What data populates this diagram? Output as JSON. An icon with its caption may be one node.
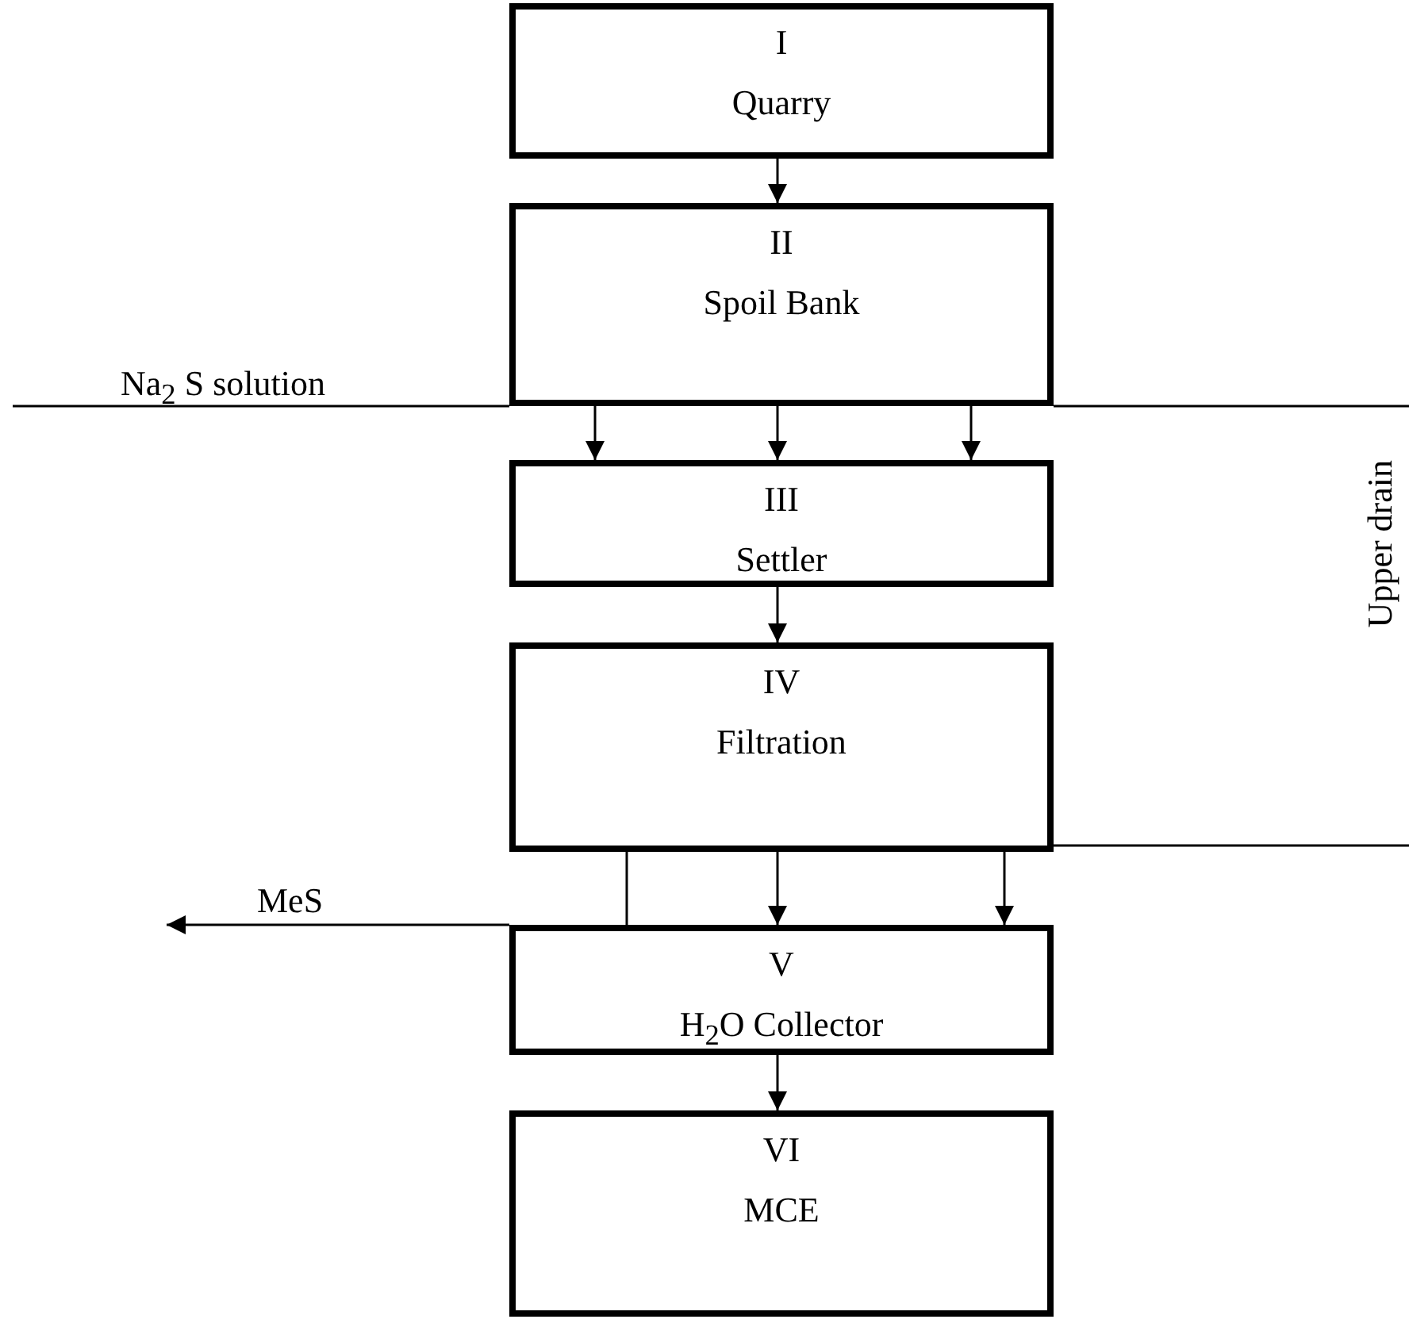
{
  "diagram": {
    "nodes": [
      {
        "text": [
          "I",
          "Quarry"
        ]
      },
      {
        "text": [
          "II",
          "Spoil Bank"
        ]
      },
      {
        "text": [
          "III",
          "Settler"
        ]
      },
      {
        "text": [
          "IV",
          "Filtration"
        ]
      },
      {
        "text": [
          "V",
          "H$_{2}$O Collector"
        ]
      },
      {
        "text": [
          "VI",
          "MCE"
        ]
      }
    ],
    "edges": [
      {
        "from": 0,
        "to": 1,
        "arrow": "to"
      },
      {
        "from": 1,
        "to": 2,
        "arrow": "to"
      },
      {
        "from": 1,
        "to": 2,
        "arrow": "to"
      },
      {
        "from": 1,
        "to": 2,
        "arrow": "to"
      },
      {
        "from": null,
        "to": 1,
        "arrow": "none",
        "label": "Na$_{2}$ S solution"
      },
      {
        "from": 1,
        "to": null,
        "arrow": "none"
      },
      {
        "from": 2,
        "to": 3,
        "arrow": "to"
      },
      {
        "from": 3,
        "to": null,
        "arrow": "none"
      },
      {
        "from": 3,
        "to": 4,
        "arrow": "none"
      },
      {
        "from": 3,
        "to": 4,
        "arrow": "to"
      },
      {
        "from": 3,
        "to": 4,
        "arrow": "to"
      },
      {
        "from": 4,
        "to": null,
        "arrow": "to",
        "label": "MeS"
      },
      {
        "from": 4,
        "to": 5,
        "arrow": "to"
      }
    ],
    "labels": [
      "Upper drain"
    ]
  }
}
